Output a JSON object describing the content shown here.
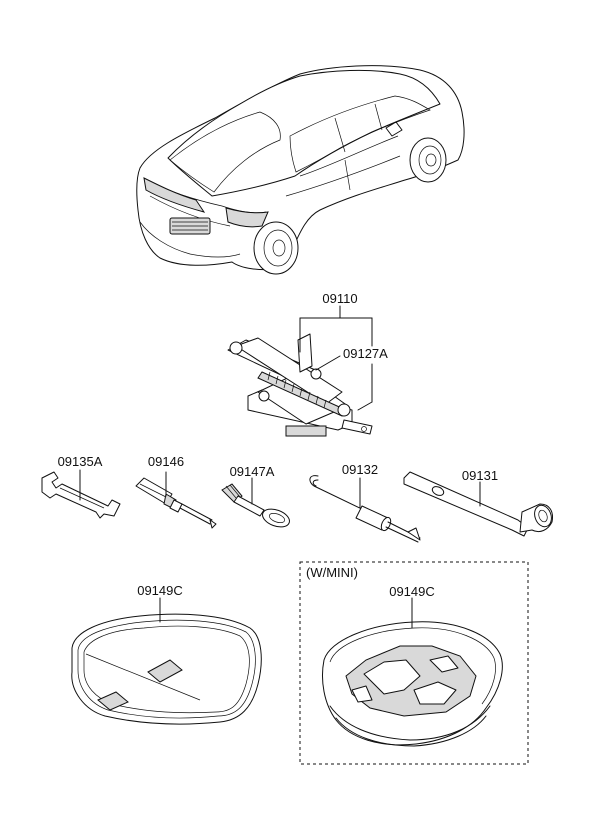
{
  "labels": {
    "jack": "09110",
    "jack_handle": "09127A",
    "spanner": "09135A",
    "screwdriver": "09146",
    "towing_hook": "09147A",
    "jack_crank": "09132",
    "wheel_wrench": "09131",
    "tray": "09149C",
    "tray_mini": "09149C"
  },
  "mini_box": {
    "title": "(W/MINI)"
  }
}
